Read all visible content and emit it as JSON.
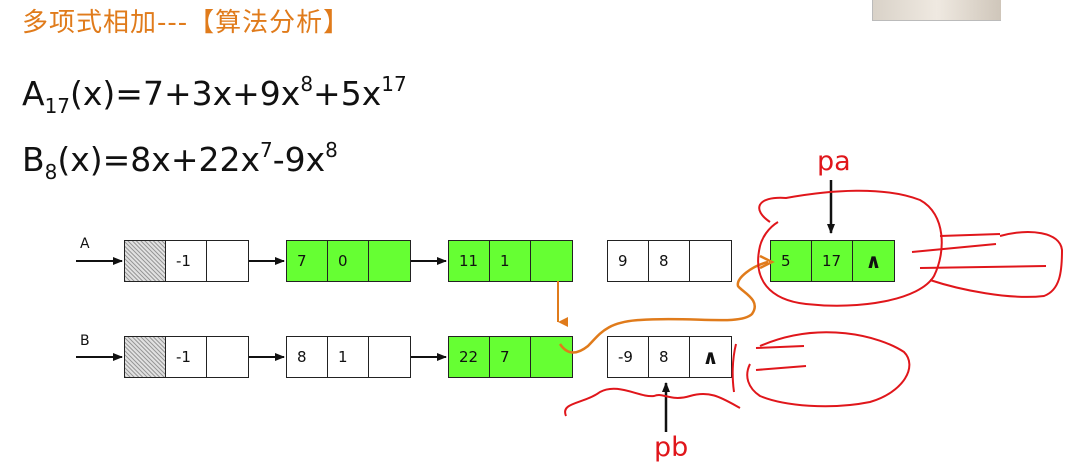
{
  "header": {
    "title": "多项式相加---【算法分析】"
  },
  "equations": {
    "a": {
      "name": "A",
      "sub": "17",
      "p1": "(x)=7+3x+9x",
      "e1": "8",
      "p2": "+5x",
      "e2": "17"
    },
    "b": {
      "name": "B",
      "sub": "8",
      "p1": "(x)=8x+22x",
      "e1": "7",
      "p2": "-9x",
      "e2": "8"
    }
  },
  "lists": {
    "a": {
      "label": "A",
      "nodes": [
        {
          "coef": "",
          "exp": "-1",
          "next": ""
        },
        {
          "coef": "7",
          "exp": "0",
          "next": ""
        },
        {
          "coef": "11",
          "exp": "1",
          "next": ""
        },
        {
          "coef": "9",
          "exp": "8",
          "next": ""
        },
        {
          "coef": "5",
          "exp": "17",
          "next": "∧"
        }
      ]
    },
    "b": {
      "label": "B",
      "nodes": [
        {
          "coef": "",
          "exp": "-1",
          "next": ""
        },
        {
          "coef": "8",
          "exp": "1",
          "next": ""
        },
        {
          "coef": "22",
          "exp": "7",
          "next": ""
        },
        {
          "coef": "-9",
          "exp": "8",
          "next": "∧"
        }
      ]
    }
  },
  "pointers": {
    "pa": "pa",
    "pb": "pb"
  },
  "colors": {
    "title": "#e07b1b",
    "node_green": "#66ff33",
    "annotation_red": "#e0161b",
    "link_orange": "#e07b1b"
  }
}
